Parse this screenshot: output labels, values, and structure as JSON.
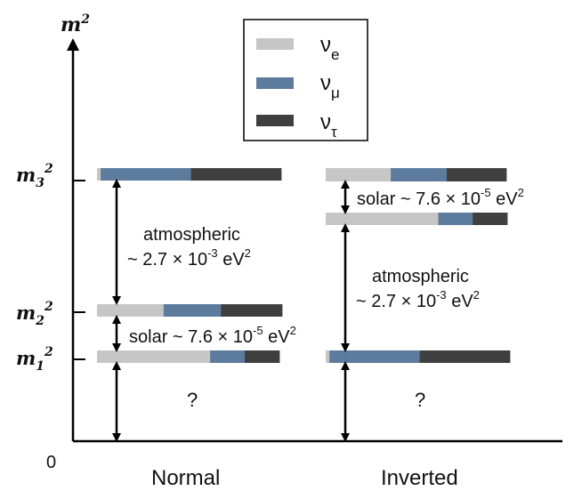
{
  "axis": {
    "y_label": "m",
    "y_label_exp": "2",
    "origin": "0",
    "levels": [
      {
        "label": "m",
        "sub": "3",
        "exp": "2"
      },
      {
        "label": "m",
        "sub": "2",
        "exp": "2"
      },
      {
        "label": "m",
        "sub": "1",
        "exp": "2"
      }
    ]
  },
  "legend": [
    {
      "name": "ν",
      "sub": "e",
      "color": "#c6c6c6"
    },
    {
      "name": "ν",
      "sub": "μ",
      "color": "#5d7b9c"
    },
    {
      "name": "ν",
      "sub": "τ",
      "color": "#3f3f3f"
    }
  ],
  "hierarchies": [
    {
      "name": "Normal",
      "states": [
        {
          "level": "m3",
          "fractions": [
            0.02,
            0.49,
            0.49
          ]
        },
        {
          "level": "m2",
          "fractions": [
            0.36,
            0.31,
            0.33
          ]
        },
        {
          "level": "m1",
          "fractions": [
            0.62,
            0.19,
            0.19
          ]
        }
      ],
      "splittings": [
        {
          "lines": [
            "atmospheric",
            "~ 2.7 × 10",
            "-3",
            " eV",
            "2"
          ]
        },
        {
          "lines": [
            "solar ~ 7.6 × 10",
            "-5",
            " eV",
            "2"
          ]
        }
      ],
      "unknown": "?"
    },
    {
      "name": "Inverted",
      "states": [
        {
          "level": "m2",
          "fractions": [
            0.36,
            0.31,
            0.33
          ]
        },
        {
          "level": "m1",
          "fractions": [
            0.62,
            0.19,
            0.19
          ]
        },
        {
          "level": "m3",
          "fractions": [
            0.02,
            0.49,
            0.49
          ]
        }
      ],
      "splittings": [
        {
          "lines": [
            "solar ~ 7.6 × 10",
            "-5",
            " eV",
            "2"
          ]
        },
        {
          "lines": [
            "atmospheric",
            "~ 2.7 × 10",
            "-3",
            " eV",
            "2"
          ]
        }
      ],
      "unknown": "?"
    }
  ]
}
